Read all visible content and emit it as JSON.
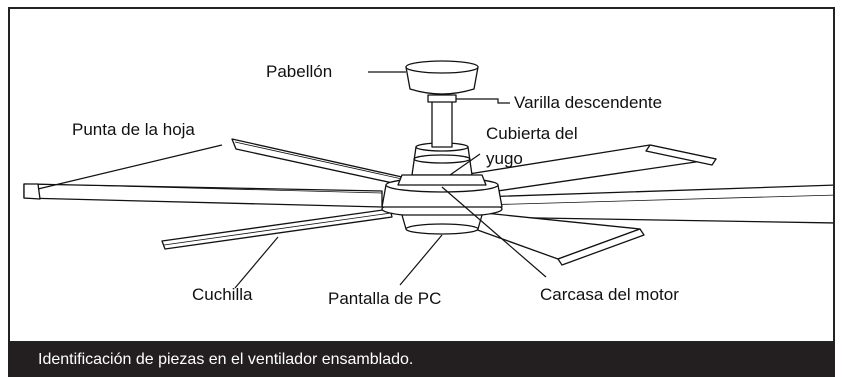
{
  "labels": {
    "canopy": "Pabellón",
    "downrod": "Varilla descendente",
    "blade_tip": "Punta de la hoja",
    "yoke_cover_line1": "Cubierta del",
    "yoke_cover_line2": "yugo",
    "blade": "Cuchilla",
    "pc_shade": "Pantalla de PC",
    "motor_housing": "Carcasa del motor"
  },
  "caption": "Identificación de piezas en el ventilador ensamblado.",
  "colors": {
    "line": "#111111",
    "caption_bg": "#231f20",
    "caption_text": "#ffffff"
  }
}
